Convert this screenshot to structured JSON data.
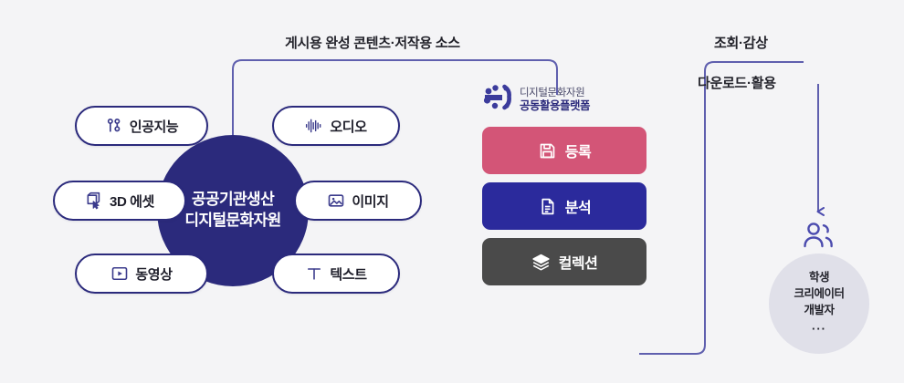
{
  "captions": {
    "flow_to_platform": "게시용 완성 콘텐츠·저작용 소스",
    "flow_view": "조회·감상",
    "flow_download": "다운로드·활용"
  },
  "hub": {
    "line1": "공공기관생산",
    "line2": "디지털문화자원",
    "color": "#2b2a7c"
  },
  "asset_types": [
    {
      "label": "인공지능",
      "icon": "ai-node-icon"
    },
    {
      "label": "3D 에셋",
      "icon": "cube-cursor-icon"
    },
    {
      "label": "동영상",
      "icon": "video-play-icon"
    },
    {
      "label": "오디오",
      "icon": "audio-waveform-icon"
    },
    {
      "label": "이미지",
      "icon": "image-picture-icon"
    },
    {
      "label": "텍스트",
      "icon": "text-t-icon"
    }
  ],
  "platform": {
    "logo_icon": "platform-starburst-logo-icon",
    "logo_line1": "디지털문화자원",
    "logo_line2": "공동활용플랫폼",
    "buttons": [
      {
        "label": "등록",
        "icon": "save-floppy-icon",
        "color": "#d35577"
      },
      {
        "label": "분석",
        "icon": "document-report-icon",
        "color": "#2b2a9c"
      },
      {
        "label": "컬렉션",
        "icon": "layers-stack-icon",
        "color": "#4a4a4a"
      }
    ]
  },
  "consumers": {
    "icon": "users-group-icon",
    "lines": [
      "학생",
      "크리에이터",
      "개발자"
    ],
    "ellipsis": "···",
    "bg_color": "#e0e0e9"
  },
  "connectors": {
    "color": "#5f5fae"
  }
}
